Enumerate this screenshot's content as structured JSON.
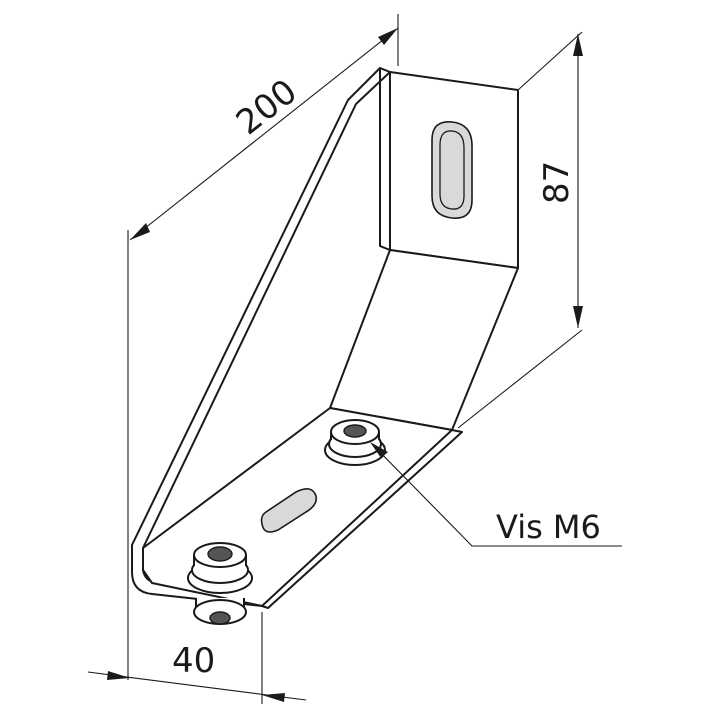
{
  "dimensions": {
    "length": "200",
    "height": "87",
    "width": "40"
  },
  "callout": {
    "screw_label": "Vis M6"
  }
}
